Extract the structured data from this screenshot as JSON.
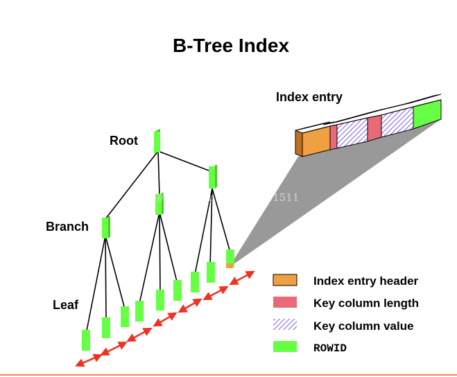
{
  "title": "B-Tree Index",
  "labels": {
    "root": "Root",
    "branch": "Branch",
    "leaf": "Leaf",
    "index_entry": "Index entry"
  },
  "legend": [
    {
      "label": "Index entry header",
      "color": "#F0A040",
      "pattern": false
    },
    {
      "label": "Key column length",
      "color": "#E86A78",
      "pattern": false
    },
    {
      "label": "Key column value",
      "color": "#9B7CF0",
      "pattern": true
    },
    {
      "label": "ROWID",
      "color": "#66FF44",
      "pattern": false,
      "monospace": true
    }
  ],
  "colors": {
    "node_green": "#66FF44",
    "arrow_red": "#EE3322",
    "magnifier_gray": "#999999",
    "footer_line": "#E88860"
  },
  "watermark": "http://blog.csdn.net/ws1211511"
}
